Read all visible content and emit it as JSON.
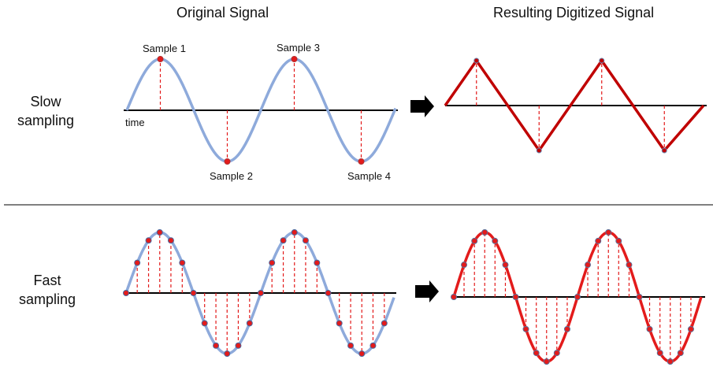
{
  "titles": {
    "original": "Original Signal",
    "digitized": "Resulting Digitized Signal"
  },
  "rows": [
    {
      "label_line1": "Slow",
      "label_line2": "sampling"
    },
    {
      "label_line1": "Fast",
      "label_line2": "sampling"
    }
  ],
  "axis_label": "time",
  "sample_labels": [
    "Sample 1",
    "Sample 2",
    "Sample 3",
    "Sample 4"
  ],
  "colors": {
    "original_wave": "#8eaadb",
    "digitized_wave": "#c00000",
    "digitized_wave_fast": "#e31b1b",
    "sample_dot": "#e31b1b",
    "sample_dash": "#e31b1b",
    "axis": "#000000"
  },
  "chart_data": [
    {
      "type": "line",
      "title": "Original Signal — Slow sampling",
      "description": "Sine wave, 2 cycles, sampled 2 times per cycle at peaks and troughs",
      "samples": [
        {
          "label": "Sample 1",
          "phase": 0.25,
          "value": 1
        },
        {
          "label": "Sample 2",
          "phase": 0.75,
          "value": -1
        },
        {
          "label": "Sample 3",
          "phase": 1.25,
          "value": 1
        },
        {
          "label": "Sample 4",
          "phase": 1.75,
          "value": -1
        }
      ],
      "xlabel": "time"
    },
    {
      "type": "line",
      "title": "Resulting Digitized Signal — Slow sampling",
      "description": "Triangle wave reconstructed by connecting the 4 samples",
      "points": [
        [
          0,
          0
        ],
        [
          0.25,
          1
        ],
        [
          0.75,
          -1
        ],
        [
          1.25,
          1
        ],
        [
          1.75,
          -1
        ],
        [
          2.0,
          0
        ]
      ]
    },
    {
      "type": "line",
      "title": "Original Signal — Fast sampling",
      "description": "Sine wave, 2 cycles, sampled 12 times per cycle",
      "samples_per_cycle": 12,
      "sample_phases": [
        0,
        0.083,
        0.167,
        0.25,
        0.333,
        0.417,
        0.5,
        0.583,
        0.667,
        0.75,
        0.833,
        0.917,
        1.0,
        1.083,
        1.167,
        1.25,
        1.333,
        1.417,
        1.5,
        1.583,
        1.667,
        1.75,
        1.833,
        1.917
      ]
    },
    {
      "type": "line",
      "title": "Resulting Digitized Signal — Fast sampling",
      "description": "Smooth sine reconstructed from the 12-per-cycle samples, closely matching the original"
    }
  ]
}
